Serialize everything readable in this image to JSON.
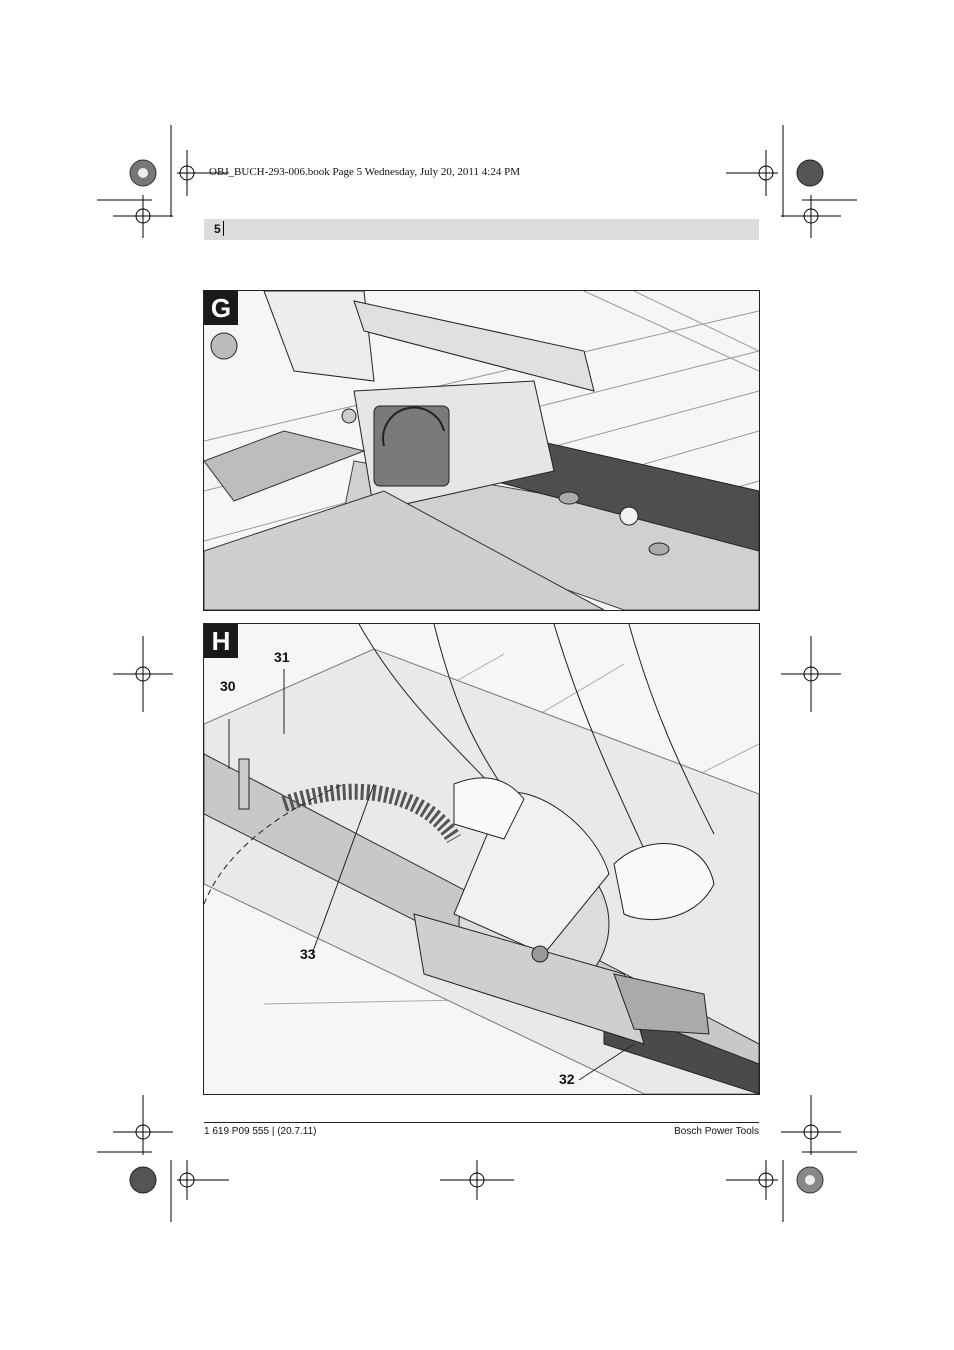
{
  "print_header": "OBJ_BUCH-293-006.book  Page 5  Wednesday, July 20, 2011  4:24 PM",
  "page_number": "5",
  "figure_g": {
    "label": "G"
  },
  "figure_h": {
    "label": "H",
    "callouts": {
      "c30": "30",
      "c31": "31",
      "c32": "32",
      "c33": "33"
    }
  },
  "footer": {
    "left": "1 619 P09 555 | (20.7.11)",
    "right": "Bosch Power Tools"
  }
}
